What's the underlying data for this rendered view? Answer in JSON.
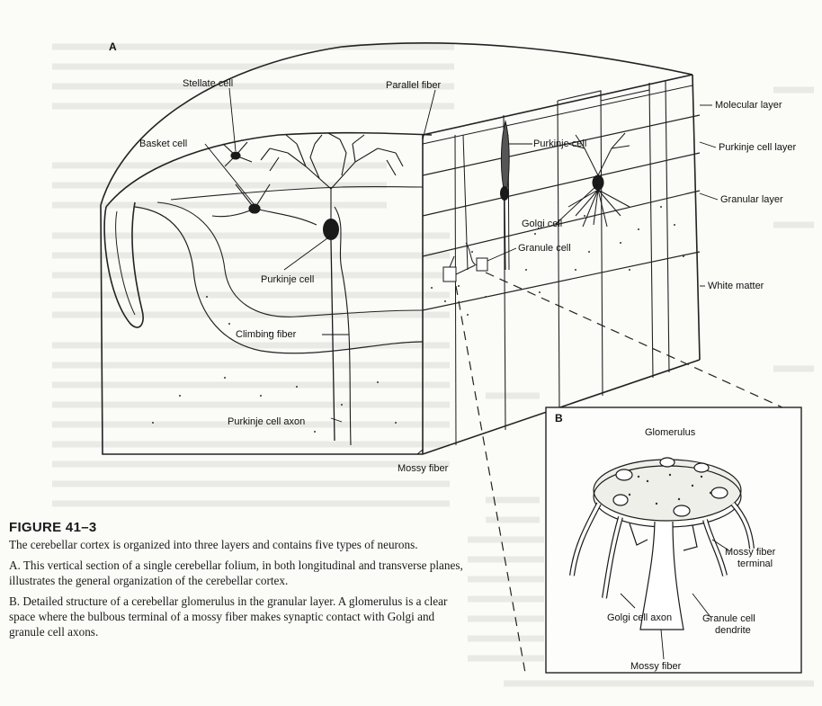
{
  "figure": {
    "panel_a_label": "A",
    "panel_b_label": "B",
    "labels_a": {
      "stellate_cell": "Stellate cell",
      "parallel_fiber": "Parallel fiber",
      "basket_cell": "Basket cell",
      "purkinje_cell_top": "Purkinje cell",
      "purkinje_cell_center": "Purkinje cell",
      "golgi_cell": "Golgi cell",
      "granule_cell": "Granule cell",
      "climbing_fiber": "Climbing fiber",
      "purkinje_cell_axon": "Purkinje cell axon",
      "mossy_fiber": "Mossy fiber",
      "molecular_layer": "Molecular layer",
      "purkinje_cell_layer": "Purkinje cell layer",
      "granular_layer": "Granular layer",
      "white_matter": "White matter"
    },
    "labels_b": {
      "glomerulus": "Glomerulus",
      "mossy_fiber_terminal_1": "Mossy fiber",
      "mossy_fiber_terminal_2": "terminal",
      "golgi_cell_axon": "Golgi cell axon",
      "granule_cell_dendrite_1": "Granule cell",
      "granule_cell_dendrite_2": "dendrite",
      "mossy_fiber": "Mossy fiber"
    }
  },
  "caption": {
    "title": "FIGURE 41–3",
    "intro": "The cerebellar cortex is organized into three layers and contains five types of neurons.",
    "a": "A. This vertical section of a single cerebellar folium, in both longitudinal and transverse planes, illustrates the general organization of the cerebellar cortex.",
    "b": "B. Detailed structure of a cerebellar glomerulus in the granular layer. A glomerulus is a clear space where the bulbous terminal of a mossy fiber makes synaptic contact with Golgi and granule cell axons."
  }
}
